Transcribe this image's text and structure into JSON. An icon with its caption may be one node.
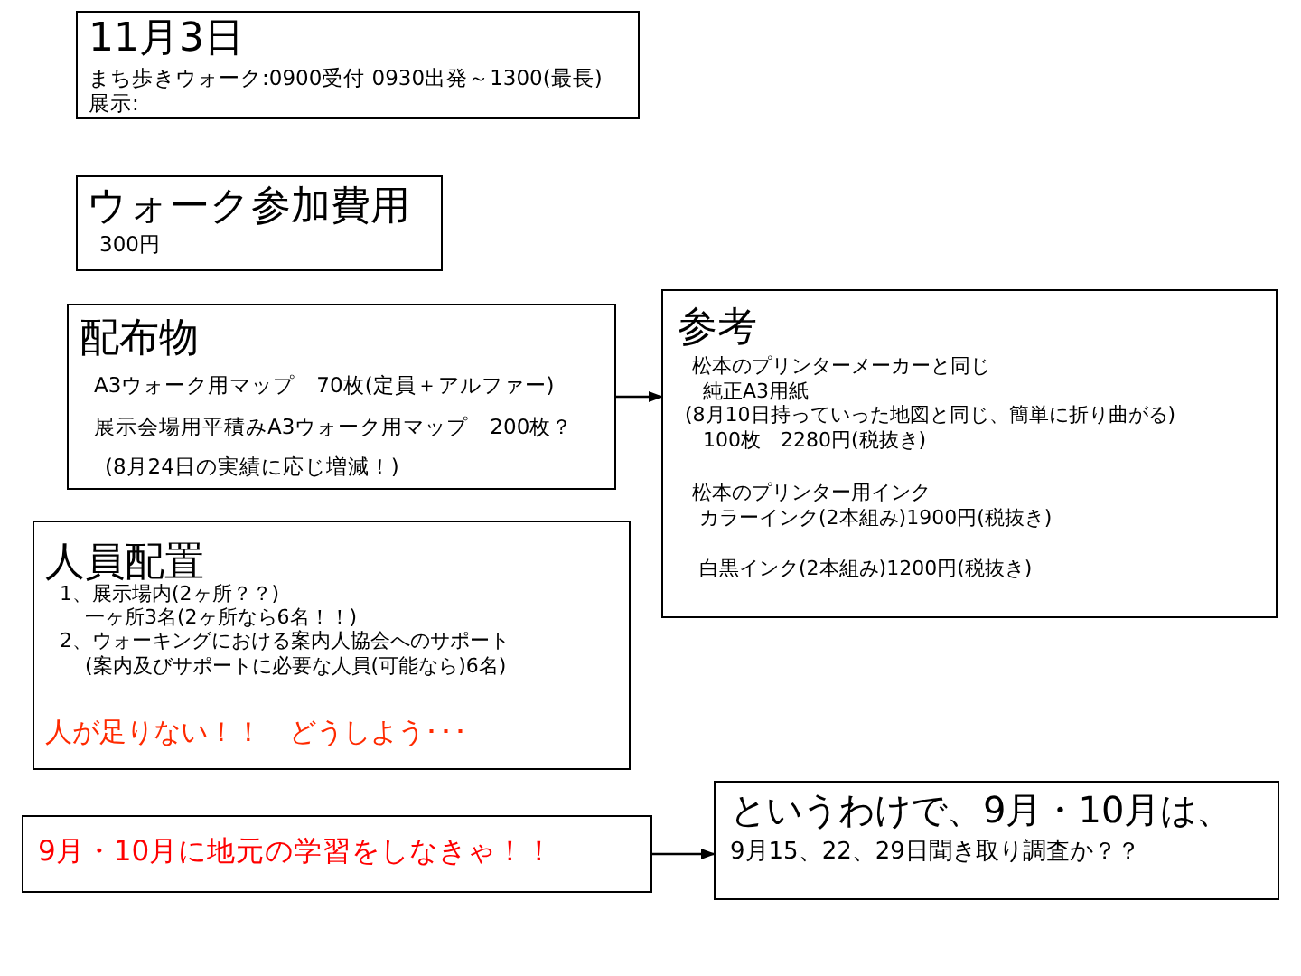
{
  "diagram": {
    "nodes": [
      {
        "text": [
          "11月3日",
          "まち歩きウォーク:0900受付 0930出発～1300(最長)",
          "展示:"
        ]
      },
      {
        "text": [
          "ウォーク参加費用",
          "300円"
        ]
      },
      {
        "text": [
          "配布物",
          "A3ウォーク用マップ　70枚(定員＋アルファー)",
          "展示会場用平積みA3ウォーク用マップ　200枚？",
          "(8月24日の実績に応じ増減！)"
        ]
      },
      {
        "text": [
          "参考",
          "松本のプリンターメーカーと同じ",
          "純正A3用紙",
          "(8月10日持っていった地図と同じ、簡単に折り曲がる)",
          "100枚　2280円(税抜き)",
          "松本のプリンター用インク",
          "カラーインク(2本組み)1900円(税抜き)",
          "白黒インク(2本組み)1200円(税抜き)"
        ]
      },
      {
        "text": [
          "人員配置",
          "1、展示場内(2ヶ所？？)",
          "一ヶ所3名(2ヶ所なら6名！！)",
          "2、ウォーキングにおける案内人協会へのサポート",
          "(案内及びサポートに必要な人員(可能なら)6名)",
          "人が足りない！！　どうしよう･･･"
        ]
      },
      {
        "text": [
          "9月・10月に地元の学習をしなきゃ！！"
        ]
      },
      {
        "text": [
          "というわけで、9月・10月は、",
          "9月15、22、29日聞き取り調査か？？"
        ]
      }
    ],
    "edges": [
      {
        "from": 2,
        "to": 3,
        "arrow": "to"
      },
      {
        "from": 5,
        "to": 6,
        "arrow": "to"
      }
    ]
  }
}
